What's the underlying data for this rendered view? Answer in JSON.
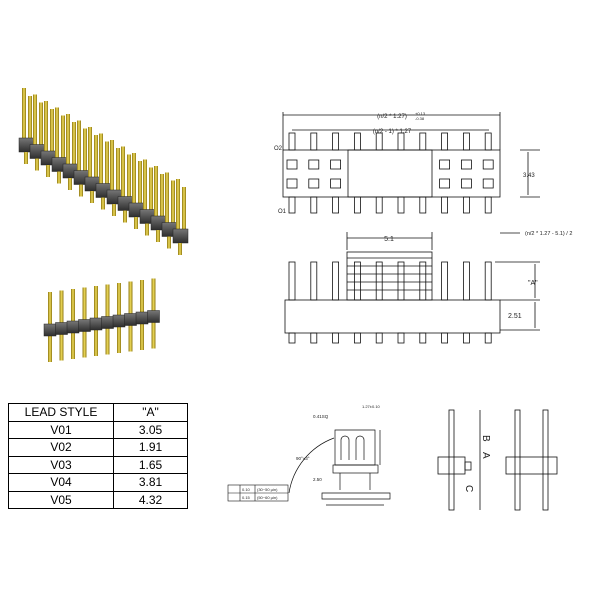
{
  "table": {
    "headers": [
      "LEAD STYLE",
      "\"A\""
    ],
    "rows": [
      {
        "style": "V01",
        "a": "3.05"
      },
      {
        "style": "V02",
        "a": "1.91"
      },
      {
        "style": "V03",
        "a": "1.65"
      },
      {
        "style": "V04",
        "a": "3.81"
      },
      {
        "style": "V05",
        "a": "4.32"
      }
    ]
  },
  "top_view": {
    "overall_dim": "(n/2 * 1.27)",
    "overall_tol_plus": "+0.13",
    "overall_tol_minus": "-0.38",
    "pitch_dim": "(n/2 - 1) * 1.27",
    "height_dim": "3.43",
    "row_label_top": "O2",
    "row_label_bottom": "O1"
  },
  "front_view": {
    "spacer_dim": "5.1",
    "offset_dim": "(n/2 * 1.27 - 5.1) / 2",
    "lead_dim": "\"A\"",
    "body_dim": "2.51"
  },
  "detail_view": {
    "square_dim": "0.41SQ",
    "pitch_dim": "1.27±0.10",
    "angle_dim": "90°±3°",
    "height_dim": "2.50",
    "plating_1": "0.10",
    "plating_1_spec": "(30~50 µin)",
    "plating_2": "0.15",
    "plating_2_spec": "(50~60 µin)"
  },
  "side_view": {
    "label_a": "A",
    "label_b": "B",
    "label_c": "C"
  },
  "colors": {
    "gold": "#c9b02a",
    "body": "#4a4a4a"
  }
}
